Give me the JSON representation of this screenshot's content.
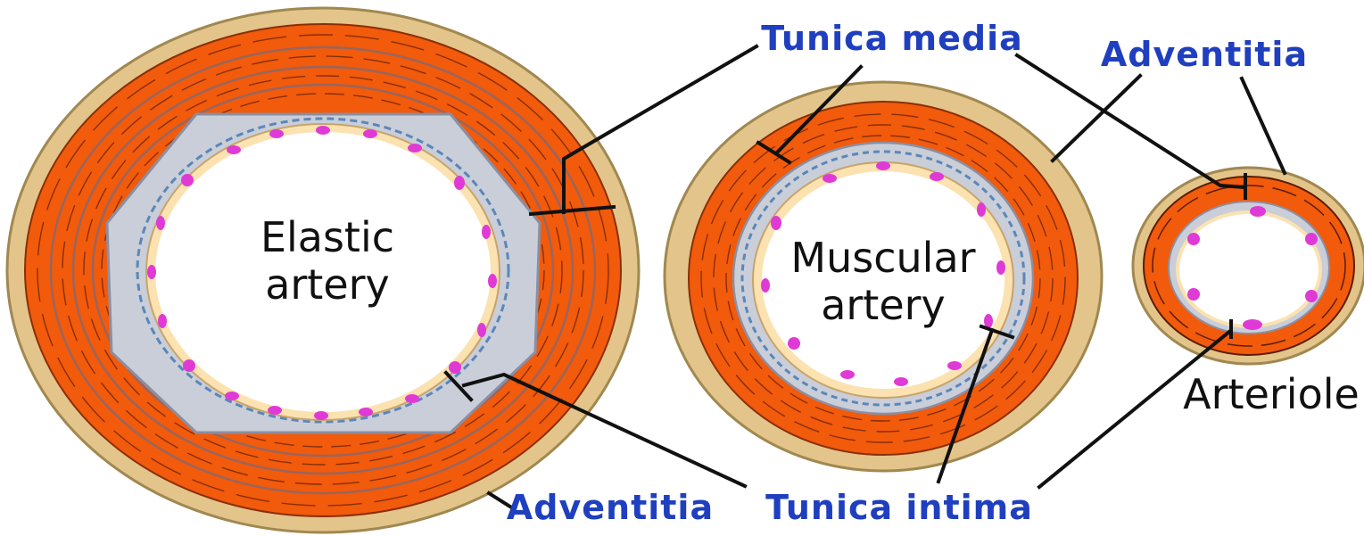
{
  "figure": {
    "labels": {
      "elastic_line1": "Elastic",
      "elastic_line2": "artery",
      "muscular_line1": "Muscular",
      "muscular_line2": "artery",
      "arteriole": "Arteriole",
      "tunica_media": "Tunica media",
      "tunica_intima": "Tunica intima",
      "adventitia_top": "Adventitia",
      "adventitia_bottom": "Adventitia"
    },
    "colors": {
      "adventitia": "#e3c48a",
      "media": "#f25a0c",
      "media_dark": "#c94a10",
      "elastic_lamina": "#8a8fa3",
      "intima": "#c9ced9",
      "endothelium": "#fbe2b0",
      "nuclei": "#e03ad6",
      "label_blue": "#1f3fbf",
      "leader": "#111111"
    }
  }
}
